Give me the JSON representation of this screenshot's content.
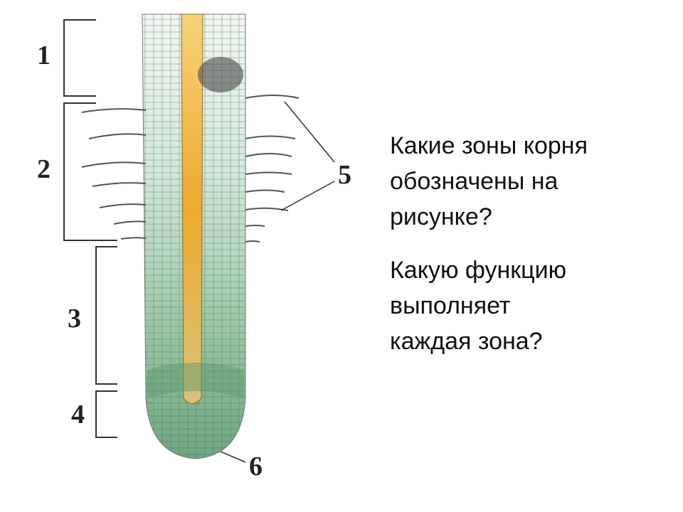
{
  "labels": {
    "zone1": "1",
    "zone2": "2",
    "zone3": "3",
    "zone4": "4",
    "root_hairs": "5",
    "root_cap": "6"
  },
  "questions": [
    {
      "lines": [
        "Какие зоны корня",
        "обозначены на",
        "рисунке?"
      ]
    },
    {
      "lines": [
        "Какую функцию",
        "выполняет",
        "каждая зона?"
      ]
    }
  ],
  "colors": {
    "stele": "#eeb033",
    "tissue_light": "#dfeee4",
    "tissue_green": "#78b08a",
    "outline": "#333333"
  }
}
